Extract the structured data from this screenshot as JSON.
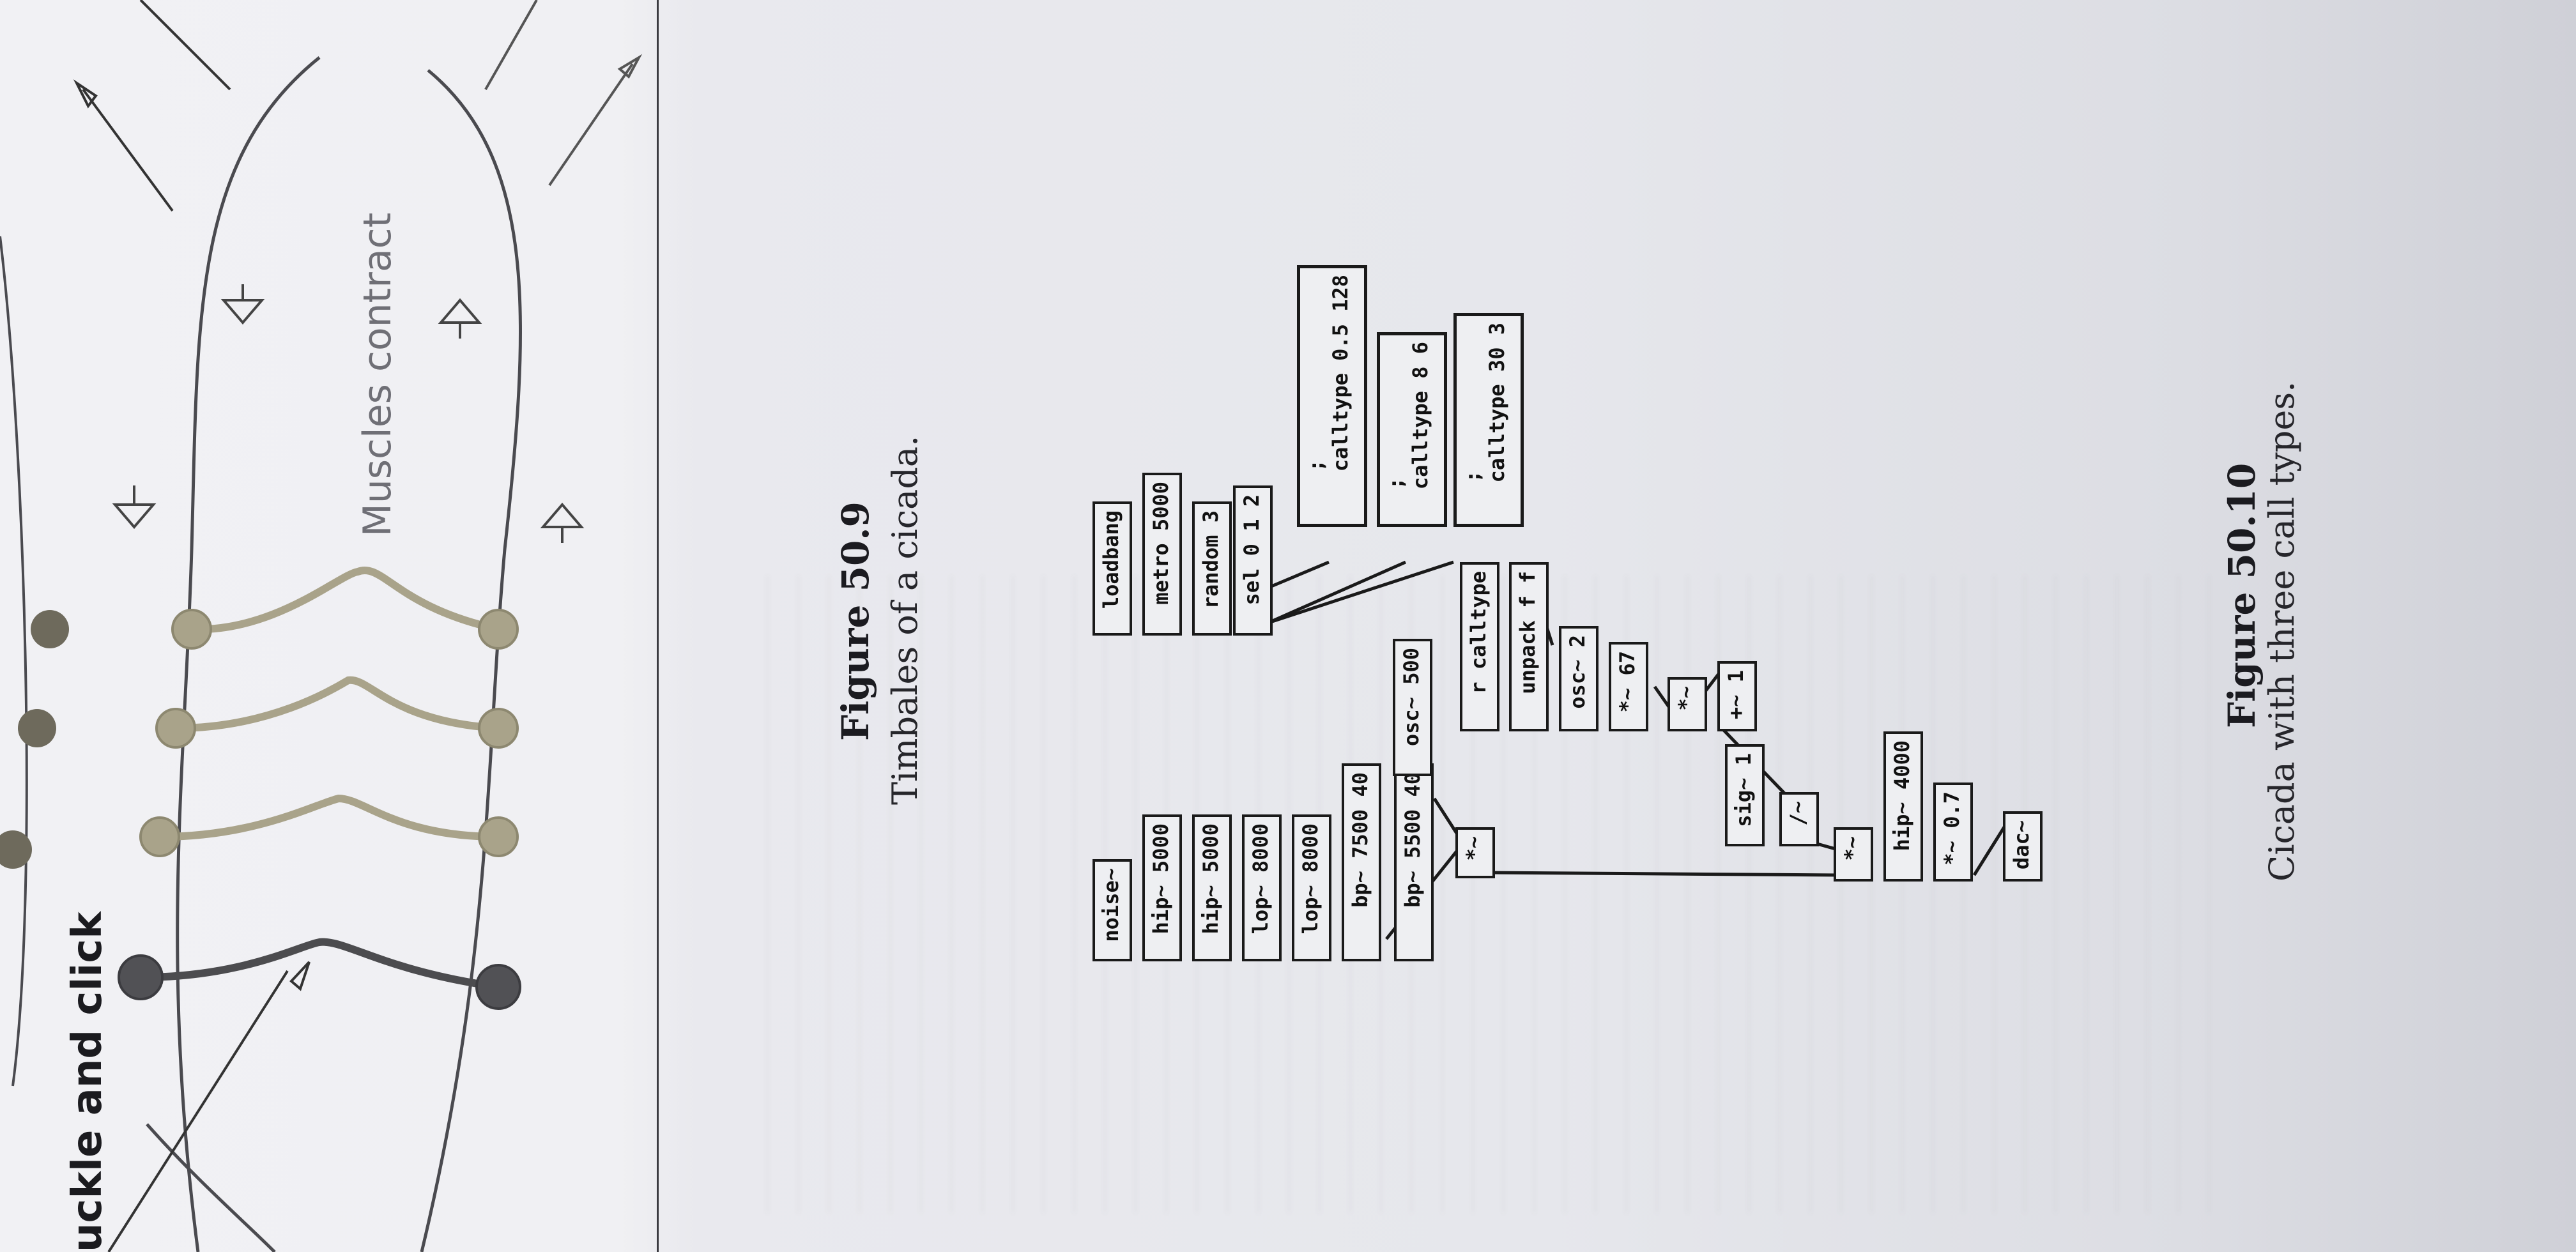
{
  "left_page": {
    "heading": "uckle and click",
    "muscle_label": "Muscles contract"
  },
  "figure_50_9": {
    "label": "Figure 50.9",
    "caption": "Timbales of a cicada."
  },
  "figure_50_10": {
    "label": "Figure 50.10",
    "caption": "Cicada with three call types.",
    "objects": {
      "noise": "noise~",
      "hip1": "hip~ 5000",
      "hip2": "hip~ 5000",
      "lop1": "lop~ 8000",
      "lop2": "lop~ 8000",
      "bp1": "bp~ 7500 40",
      "bp2": "bp~ 5500 40",
      "osc500": "osc~ 500",
      "mul_a": "*~",
      "loadbang": "loadbang",
      "metro": "metro 5000",
      "random": "random 3",
      "sel": "sel 0 1 2",
      "msg1": ";\ncalltype 0.5 128",
      "msg2": ";\ncalltype 8 6",
      "msg3": ";\ncalltype 30 3",
      "rcall": "r calltype",
      "unpack": "unpack f f",
      "osc2": "osc~ 2",
      "mul67": "*~ 67",
      "mul_b": "*~",
      "plus1": "+~ 1",
      "sig1": "sig~ 1",
      "div": "/~",
      "mul_c": "*~",
      "hip4000": "hip~ 4000",
      "mul07": "*~ 0.7",
      "dac": "dac~"
    }
  },
  "colors": {
    "ink": "#1a1a1a",
    "gold": "#a9a38a",
    "line_gray": "#4a4a4f"
  }
}
